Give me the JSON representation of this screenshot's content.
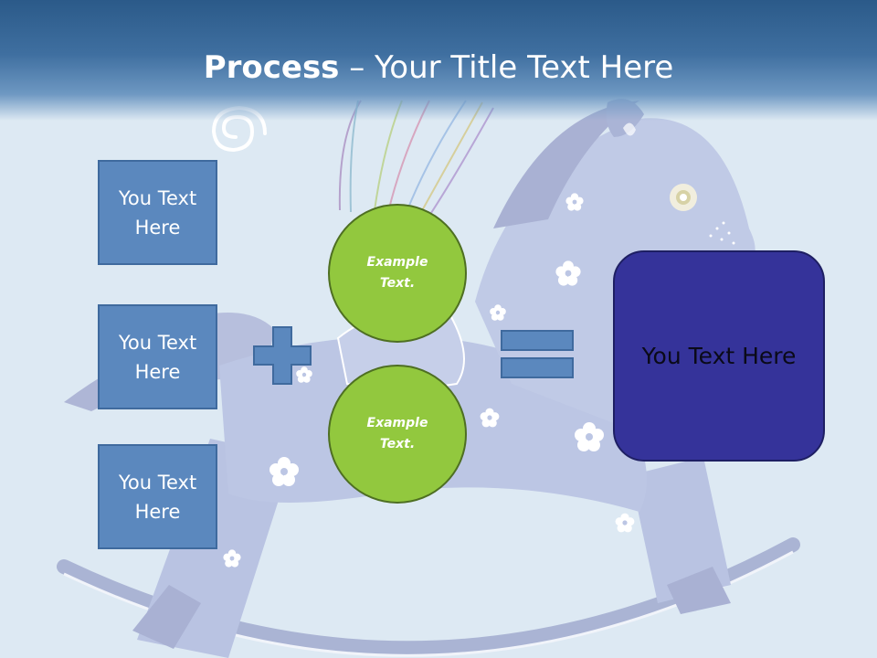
{
  "slide": {
    "title_strong": "Process",
    "title_rest": " – Your Title Text Here"
  },
  "inputs": [
    {
      "label": "You Text Here"
    },
    {
      "label": "You Text Here"
    },
    {
      "label": "You Text Here"
    }
  ],
  "circles": [
    {
      "label": "Example Text."
    },
    {
      "label": "Example Text."
    }
  ],
  "result": {
    "label": "You Text Here"
  },
  "colors": {
    "header": "#2b5a89",
    "background": "#dde9f3",
    "input_box": "#5b88be",
    "circle": "#92c83e",
    "result_box": "#35339a",
    "operator": "#5b88be"
  },
  "icons": [
    "plus-icon",
    "equals-icon",
    "rocking-horse-illustration",
    "swirl-icon",
    "flower-icon"
  ]
}
